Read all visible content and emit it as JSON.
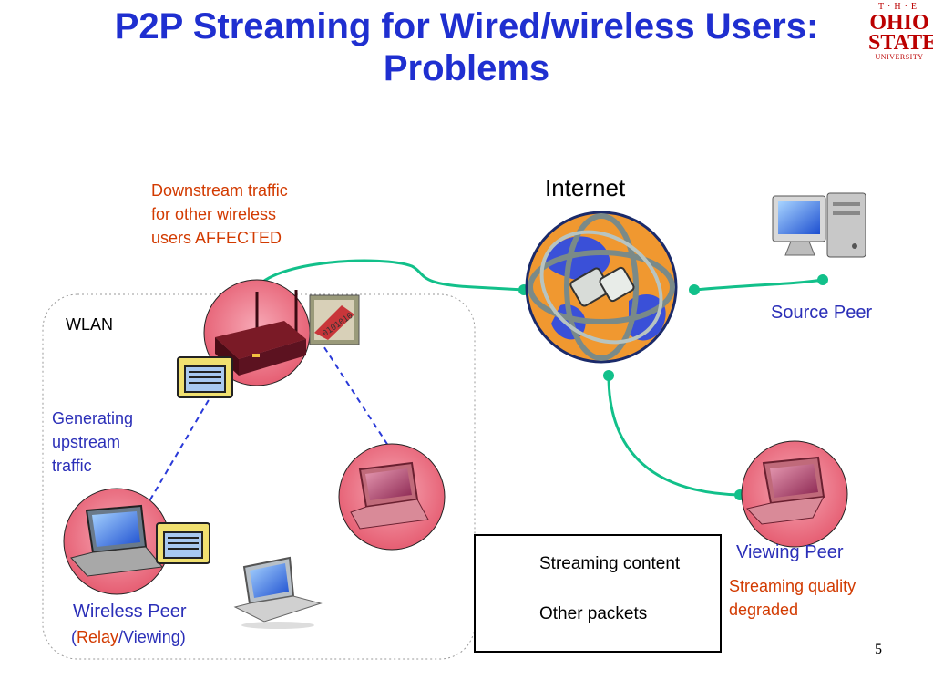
{
  "slide": {
    "title_line1": "P2P Streaming for Wired/wireless Users:",
    "title_line2": "Problems",
    "page_number": "5"
  },
  "logo": {
    "the": "T·H·E",
    "ohio": "OHIO",
    "state": "STATE",
    "university": "UNIVERSITY",
    "color": "#bb0000"
  },
  "diagram": {
    "internet_label": "Internet",
    "wlan_label": "WLAN",
    "downstream_note": [
      "Downstream traffic",
      "for other wireless",
      "users AFFECTED"
    ],
    "upstream_note": [
      "Generating",
      "upstream",
      "traffic"
    ],
    "source_peer_label": "Source Peer",
    "viewing_peer_label": "Viewing Peer",
    "viewing_peer_note": [
      "Streaming quality",
      "degraded"
    ],
    "wireless_peer_label": "Wireless Peer",
    "wireless_peer_role_relay": "Relay",
    "wireless_peer_role_sep": "/Viewing)",
    "wireless_peer_role_open": "("
  },
  "legend": {
    "streaming_content": "Streaming content",
    "other_packets": "Other packets"
  },
  "colors": {
    "title": "#1f2fd0",
    "link": "#12c08a",
    "note_red": "#d23a00",
    "label_blue": "#2b2fb8",
    "peer_fill": "#f08090"
  }
}
